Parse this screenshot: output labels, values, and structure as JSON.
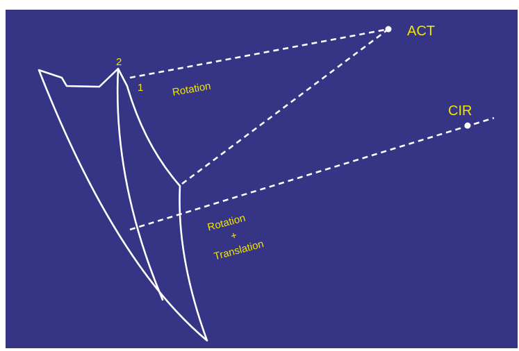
{
  "colors": {
    "background": "#353485",
    "line": "#ffffff",
    "label": "#f2e600"
  },
  "labels": {
    "point_act": "ACT",
    "point_cir": "CIR",
    "marker_1": "1",
    "marker_2": "2",
    "rotation": "Rotation",
    "rotation_translation_line1": "Rotation",
    "rotation_translation_line2": "+",
    "rotation_translation_line3": "Translation"
  }
}
